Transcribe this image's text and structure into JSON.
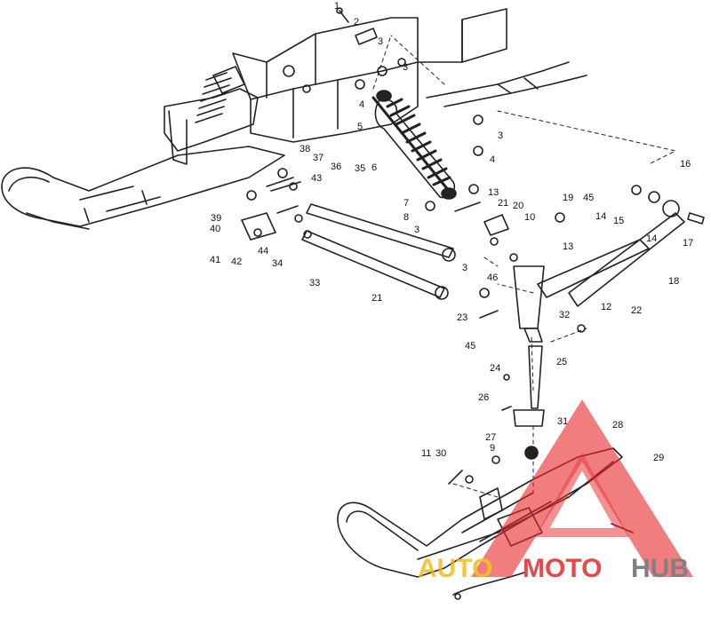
{
  "diagram": {
    "callouts": [
      "1",
      "2",
      "3",
      "3",
      "4",
      "5",
      "3",
      "6",
      "4",
      "7",
      "8",
      "3",
      "13",
      "21",
      "20",
      "10",
      "19",
      "45",
      "16",
      "14",
      "15",
      "14",
      "17",
      "18",
      "38",
      "37",
      "36",
      "35",
      "43",
      "39",
      "40",
      "41",
      "42",
      "44",
      "34",
      "33",
      "21",
      "3",
      "46",
      "13",
      "23",
      "22",
      "32",
      "45",
      "12",
      "24",
      "25",
      "26",
      "27",
      "31",
      "28",
      "9",
      "11",
      "30",
      "29"
    ]
  },
  "watermark": {
    "part1": "AUTO",
    "part2": "MOTO",
    "part3": "HUB",
    "colors": {
      "red": "#e8262a",
      "gray": "#6b6b6b"
    }
  }
}
